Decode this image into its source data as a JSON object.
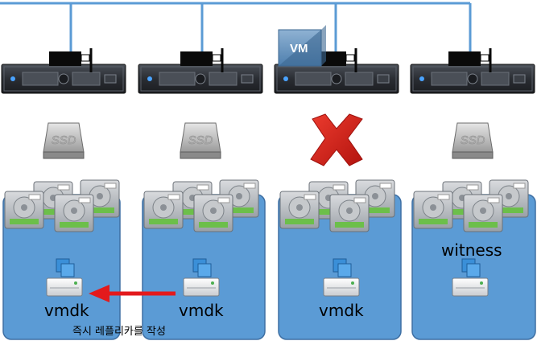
{
  "vm": {
    "label": "VM"
  },
  "ssd": {
    "label": "SSD"
  },
  "hosts": [
    {
      "vmdk": "vmdk",
      "has_ssd": true,
      "failed": false
    },
    {
      "vmdk": "vmdk",
      "has_ssd": true,
      "failed": false
    },
    {
      "vmdk": "vmdk",
      "has_ssd": false,
      "failed": true
    },
    {
      "vmdk": "",
      "has_ssd": true,
      "failed": false
    }
  ],
  "witness": {
    "label": "witness"
  },
  "replication": {
    "caption": "즉시 레플리카를 작성"
  },
  "colors": {
    "network_line": "#5b9bd5",
    "disk_group": "#5b9bd5",
    "disk_group_border": "#3e6fa3",
    "failure_x": "#d7191c",
    "arrow": "#e31a1c",
    "server_body": "#2a2d33",
    "hdd_label": "#6cbf4a"
  },
  "icons": [
    "server-icon",
    "ssd-icon",
    "hdd-icon",
    "vmdk-icon",
    "failure-x-icon",
    "replication-arrow-icon"
  ]
}
